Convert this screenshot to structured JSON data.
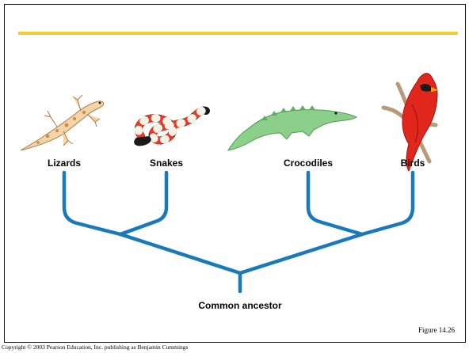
{
  "taxa": {
    "lizards": "Lizards",
    "snakes": "Snakes",
    "crocodiles": "Crocodiles",
    "birds": "Birds"
  },
  "ancestor_label": "Common ancestor",
  "figure_label": "Figure 14.26",
  "copyright": "Copyright © 2003 Pearson Education, Inc. publishing as Benjamin Cummings",
  "colors": {
    "accent_rule": "#f5cd2e",
    "branch": "#1a79b8"
  },
  "illustrations": [
    "lizard",
    "coral-snake",
    "crocodile",
    "cardinal-on-branch"
  ]
}
